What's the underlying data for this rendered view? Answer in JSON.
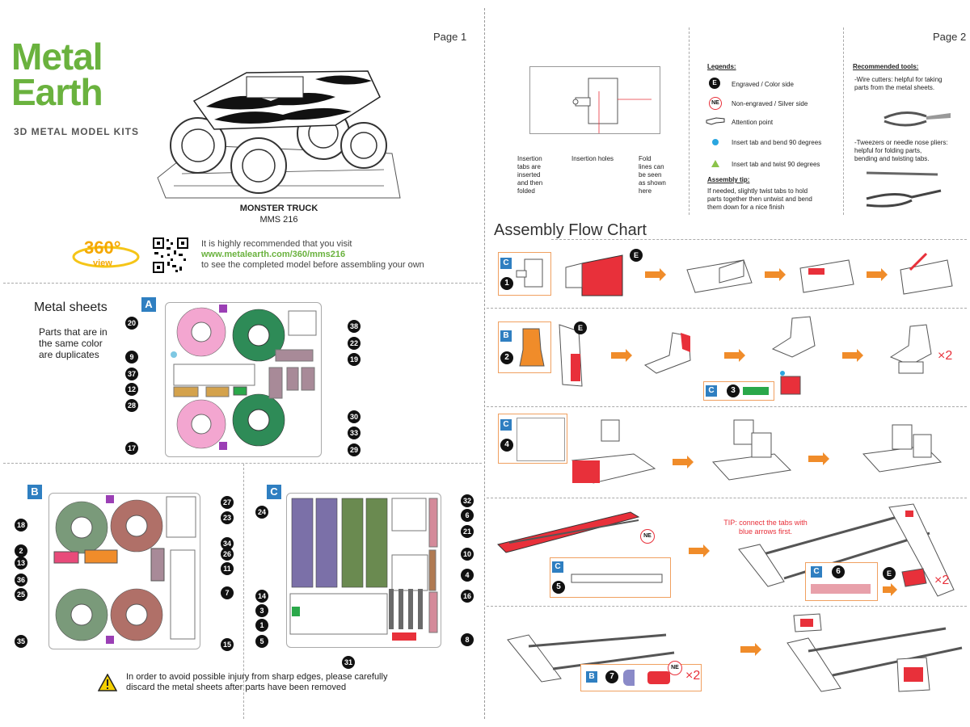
{
  "page1": {
    "page_label": "Page 1",
    "logo_line1": "Metal",
    "logo_line2": "Earth",
    "logo_sub": "3D METAL MODEL KITS",
    "model_name": "MONSTER TRUCK",
    "model_code": "MMS 216",
    "view_badge": "360°",
    "view_badge_sub": "view",
    "visit_line1": "It is highly recommended that you visit",
    "visit_url": "www.metalearth.com/360/mms216",
    "visit_line3": "to see the completed model before assembling your own",
    "metal_sheets_title": "Metal sheets",
    "duplicates_note": [
      "Parts that are in",
      "the same color",
      "are duplicates"
    ],
    "sheets": [
      {
        "label": "A",
        "left_numbers": [
          "20",
          "9",
          "37",
          "12",
          "28",
          "17"
        ],
        "right_numbers": [
          "38",
          "22",
          "19",
          "30",
          "33",
          "29"
        ]
      },
      {
        "label": "B",
        "left_numbers": [
          "18",
          "2",
          "13",
          "36",
          "25",
          "35"
        ],
        "right_numbers": [
          "27",
          "23",
          "34",
          "26",
          "11",
          "7",
          "15"
        ]
      },
      {
        "label": "C",
        "left_numbers": [
          "24",
          "14",
          "3",
          "1",
          "5"
        ],
        "right_numbers": [
          "32",
          "6",
          "21",
          "10",
          "4",
          "16",
          "8"
        ],
        "bottom_number": "31"
      }
    ],
    "warning_line1": "In order to avoid possible injury from sharp edges, please carefully",
    "warning_line2": "discard the metal sheets after parts have been removed"
  },
  "page2": {
    "page_label": "Page 2",
    "insertion_labels": {
      "tabs": [
        "Insertion",
        "tabs are",
        "inserted",
        "and then",
        "folded"
      ],
      "holes": "Insertion holes",
      "fold": [
        "Fold",
        "lines can",
        "be seen",
        "as shown",
        "here"
      ]
    },
    "legends_title": "Legends:",
    "legends": [
      {
        "badge": "E",
        "text": "Engraved / Color side"
      },
      {
        "badge": "NE",
        "text": "Non-engraved / Silver side"
      },
      {
        "badge": "hand-icon",
        "text": "Attention point"
      },
      {
        "badge": "blue-dot",
        "text": "Insert tab and bend 90 degrees"
      },
      {
        "badge": "green-triangle",
        "text": "Insert tab and twist 90 degrees"
      }
    ],
    "assembly_tip_title": "Assembly tip:",
    "assembly_tip": [
      "If needed, slightly twist tabs to hold",
      "parts together then untwist and bend",
      "them down for a nice finish"
    ],
    "tools_title": "Recommended tools:",
    "tool1": [
      "-Wire cutters: helpful for taking",
      "parts from the metal sheets."
    ],
    "tool2": [
      "-Tweezers or needle nose pliers:",
      "helpful for folding parts,",
      "bending and twisting tabs."
    ],
    "flow_title": "Assembly Flow Chart",
    "steps": [
      {
        "sheet": "C",
        "step": "1",
        "badge": "E"
      },
      {
        "sheet": "B",
        "step": "2",
        "badge": "E",
        "multiplier": "×2"
      },
      {
        "sheet": "C",
        "step": "3"
      },
      {
        "sheet": "C",
        "step": "4"
      },
      {
        "sheet": "C",
        "step": "5",
        "badge": "NE"
      },
      {
        "sheet": "C",
        "step": "6",
        "badge": "E",
        "multiplier": "×2"
      },
      {
        "sheet": "B",
        "step": "7",
        "badge": "NE",
        "multiplier": "×2"
      }
    ],
    "tip_red": [
      "TIP: connect the tabs with",
      "blue arrows first."
    ]
  },
  "colors": {
    "brand_green": "#6ab23e",
    "sheet_blue": "#2f7fc1",
    "accent_red": "#e8303a",
    "arrow_orange": "#f08c2a"
  }
}
